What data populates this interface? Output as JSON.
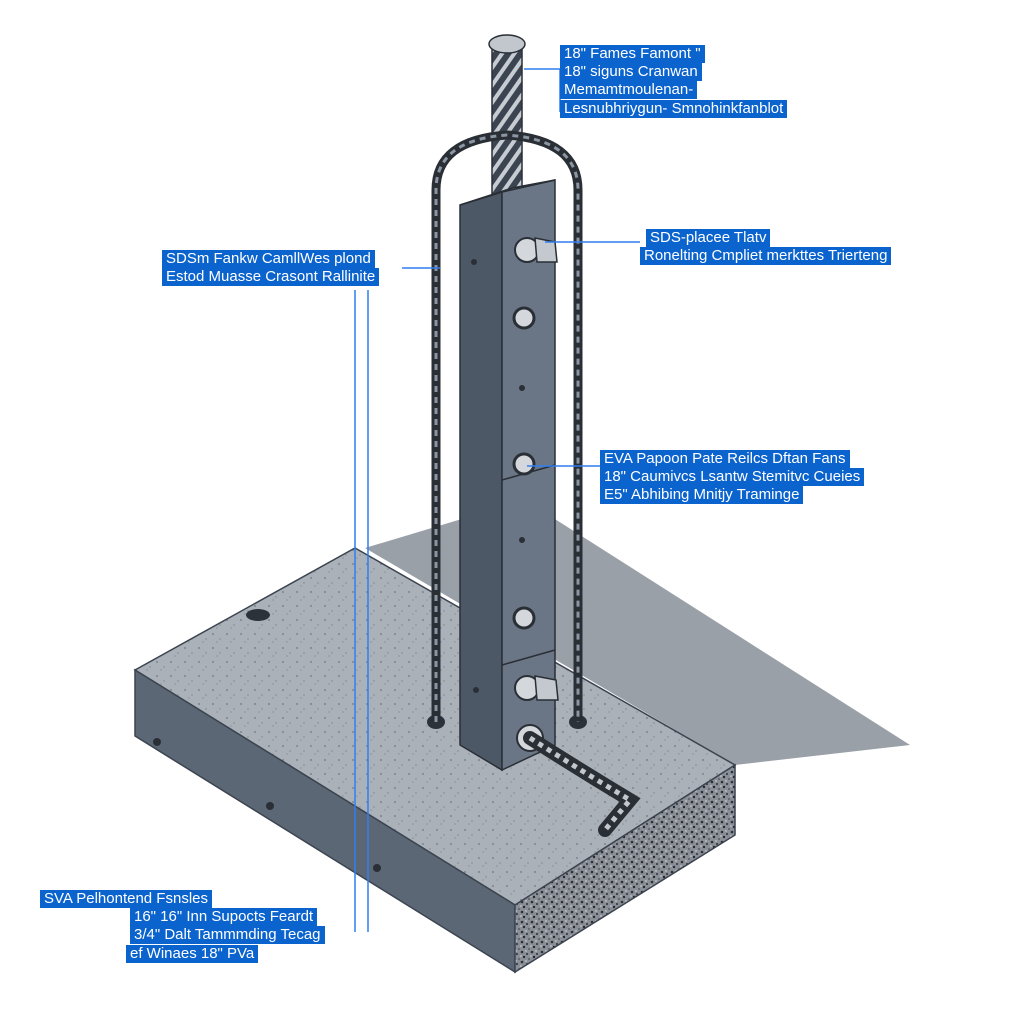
{
  "colors": {
    "label_bg": "#0b63ce",
    "label_text": "#ffffff",
    "leader_line": "#2f7ff0",
    "concrete_top": "#a9b0b8",
    "concrete_side": "#5b6775",
    "steel_post": "#5e6b7b",
    "shadow": "#9ba1a8"
  },
  "icons": [
    "threaded-rod-icon",
    "bolt-icon",
    "cable-loop-icon",
    "anchor-hole-icon"
  ],
  "callouts": {
    "top_right": {
      "lines": [
        "18\" Fames Famont \"",
        "18\" siguns Cranwan",
        "Memamtmoulenan-",
        "Lesnubhriygun- Smnohinkfanblot"
      ]
    },
    "upper_right": {
      "lines": [
        "SDS-placee Tlatv",
        "Ronelting Cmpliet merkttes Trierteng"
      ]
    },
    "left": {
      "lines": [
        "SDSm Fankw CamllWes plond",
        "Estod Muasse Crasont Rallinite"
      ]
    },
    "mid_right": {
      "lines": [
        "EVA Papoon Pate Reilcs Dftan Fans",
        "18\" Caumivcs Lsantw Stemitvc Cueies",
        "E5\" Abhibing Mnitjy Traminge"
      ]
    },
    "bottom_left": {
      "lines": [
        "SVA Pelhontend Fsnsles",
        "16\" 16\" Inn Supocts Feardt",
        "3/4\" Dalt Tammmding Tecag",
        "ef Winaes      18\" PVa"
      ]
    }
  }
}
